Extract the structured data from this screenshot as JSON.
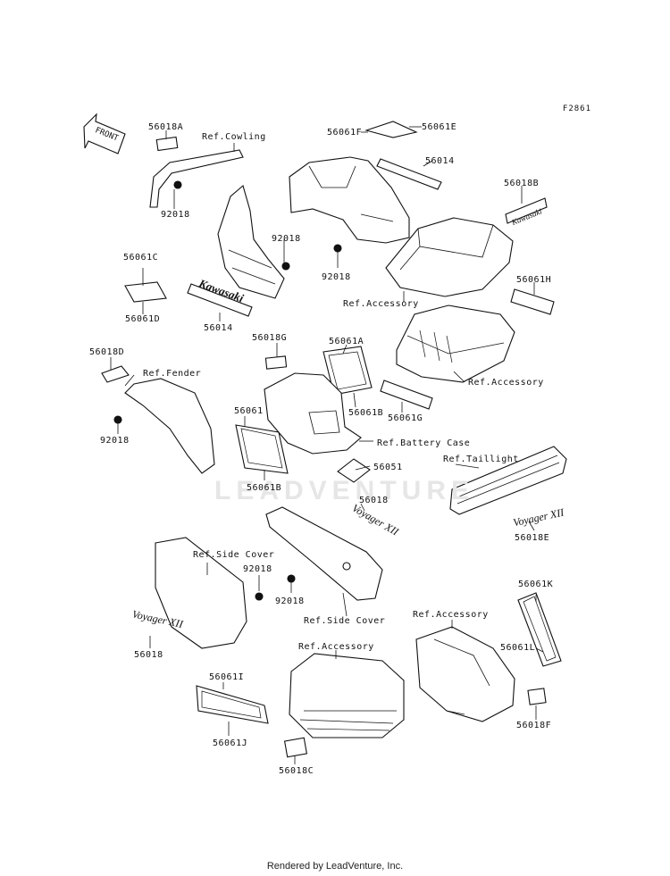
{
  "figure_code": "F2861",
  "watermark": "LEADVENTURE",
  "footer": "Rendered by LeadVenture, Inc.",
  "front_arrow_label": "FRONT",
  "labels": {
    "p56018A": "56018A",
    "refCowling": "Ref.Cowling",
    "p92018a": "92018",
    "p56061F": "56061F",
    "p56061E": "56061E",
    "p56014a": "56014",
    "p56018B": "56018B",
    "p92018b": "92018",
    "p92018c": "92018",
    "p56061C": "56061C",
    "p56061D": "56061D",
    "p56014b": "56014",
    "refAccessory1": "Ref.Accessory",
    "p56061H": "56061H",
    "p56018D": "56018D",
    "refFender": "Ref.Fender",
    "p56018G": "56018G",
    "p56061A": "56061A",
    "refAccessory2": "Ref.Accessory",
    "p56061B_top": "56061B",
    "p56061G": "56061G",
    "p92018d": "92018",
    "p56061": "56061",
    "refBatteryCase": "Ref.Battery Case",
    "refTaillight": "Ref.Taillight",
    "p56051": "56051",
    "p56061B_bot": "56061B",
    "p56018a": "56018",
    "p56018E": "56018E",
    "refSideCover1": "Ref.Side Cover",
    "p92018e": "92018",
    "p92018f": "92018",
    "refSideCover2": "Ref.Side Cover",
    "p56061K": "56061K",
    "refAccessory3": "Ref.Accessory",
    "p56018b": "56018",
    "refAccessory4": "Ref.Accessory",
    "p56061L": "56061L",
    "p56061I": "56061I",
    "p56061J": "56061J",
    "p56018F": "56018F",
    "p56018C": "56018C"
  }
}
